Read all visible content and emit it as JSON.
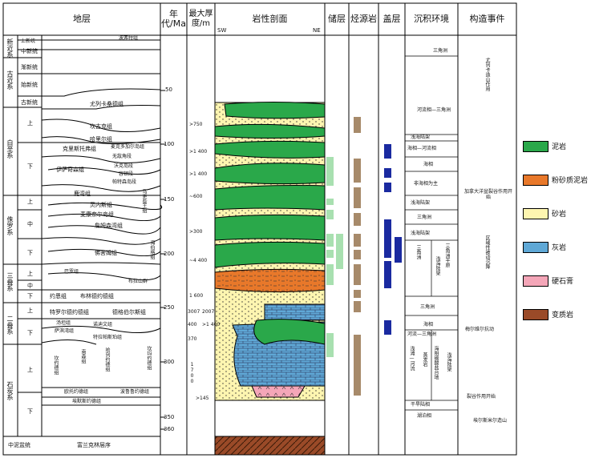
{
  "headers": {
    "strata": "地层",
    "age": "年代/Ma",
    "thickness": "最大厚度/m",
    "lithology": "岩性剖面",
    "reservoir": "储层",
    "source": "烃源岩",
    "seal": "盖层",
    "environment": "沉积环境",
    "tectonic": "构造事件"
  },
  "orientation": {
    "sw": "SW",
    "ne": "NE"
  },
  "systems": [
    {
      "name": "新近系"
    },
    {
      "name": "古近系"
    },
    {
      "name": "白垩系"
    },
    {
      "name": "侏罗系"
    },
    {
      "name": "三叠系"
    },
    {
      "name": "二叠系"
    },
    {
      "name": "石炭系"
    },
    {
      "name": "中泥盆统"
    }
  ],
  "series": [
    "上新统",
    "中新统",
    "渐新统",
    "始新统",
    "古新统",
    "上",
    "下",
    "上",
    "中",
    "下",
    "上",
    "中",
    "下",
    "上",
    "下",
    "上",
    "下"
  ],
  "formations": [
    "波弗特组",
    "尤列卡桑德组",
    "坎古克组",
    "哈里尔组",
    "克里斯托弗组",
    "麦克多加尔岛组",
    "无敌角段",
    "伊萨奇森组",
    "沃克岛段",
    "容顿段",
    "帕特森岛段",
    "鹿湾组",
    "灵内斯组",
    "麦康奈尔岛组",
    "詹姆森湾组",
    "马更些王组",
    "佛舍姆组",
    "海伯格组",
    "巴罗组",
    "布拉山群",
    "约恩组",
    "布林德约德组",
    "特罗尔德约德组",
    "德格伯尔斯组",
    "汤坦组",
    "诺迪文组",
    "萨滨湾组",
    "南森组",
    "哈列约德组",
    "特拉帕斯珀组",
    "欧托约德组",
    "坎约德组",
    "埃默斯约德组",
    "波鲁鲁约德组",
    "坎玛约德组",
    "富兰克林层序"
  ],
  "ages": [
    "50",
    "100",
    "150",
    "200",
    "250",
    "300",
    "350",
    "360"
  ],
  "thicknesses": [
    ">750",
    ">1 400",
    ">1 400",
    "~600",
    ">300",
    "~4 400",
    "1 600",
    "3007",
    "2007",
    "400",
    ">1 400",
    ">145",
    "370",
    "1700"
  ],
  "reservoir_label": "储层",
  "environments": [
    "三角洲",
    "河流相—三角洲",
    "浅海陆架",
    "海相—河流相",
    "海相",
    "非海相为主",
    "浅海陆架",
    "三角洲",
    "浅海陆架",
    "三角洲",
    "三角洲平原",
    "浅海陆架",
    "三角洲",
    "海相",
    "河流—三角洲",
    "浅滩—河流",
    "浅海陆架",
    "海相碳酸盐台地",
    "蒸发岩",
    "干旱陆相",
    "湖泊相"
  ],
  "tectonics": [
    "尤列卡造山作用",
    "加拿大洋盆裂谷作用开始",
    "区域性被动沉降",
    "梅尔维尔抗动",
    "裂谷作用开始",
    "埃尔斯米尔造山"
  ],
  "legend": [
    {
      "label": "泥岩",
      "color": "#2aa84a"
    },
    {
      "label": "粉砂质泥岩",
      "color": "#e8782a"
    },
    {
      "label": "砂岩",
      "color": "#fdf5b0"
    },
    {
      "label": "灰岩",
      "color": "#5fa8d6"
    },
    {
      "label": "硬石膏",
      "color": "#f4a6b8"
    },
    {
      "label": "变质岩",
      "color": "#9a4a28"
    }
  ],
  "colors": {
    "reservoir": "#a8e0b0",
    "source": "#a78a6a",
    "seal": "#1a2aa0"
  }
}
